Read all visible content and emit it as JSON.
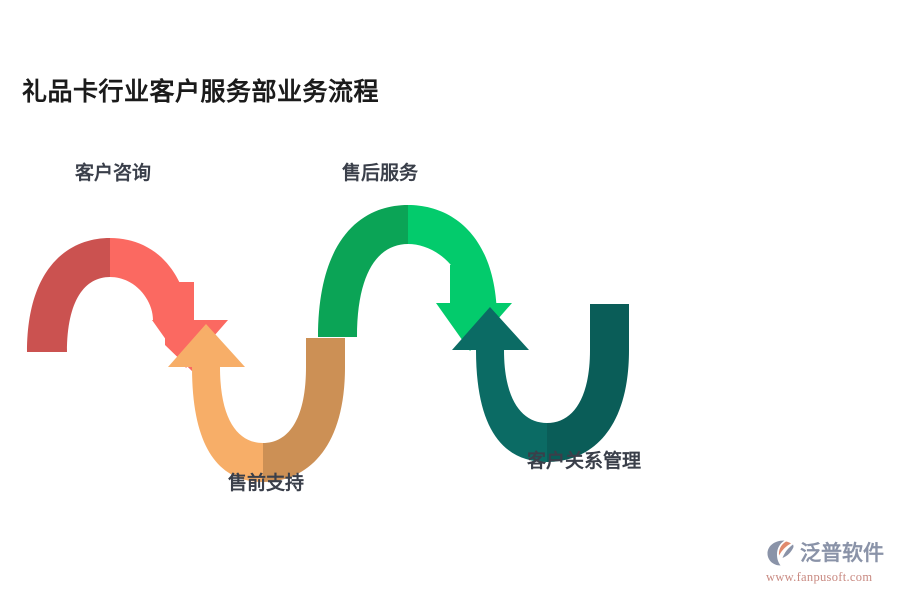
{
  "page": {
    "background_color": "#ffffff",
    "title": "礼品卡行业客户服务部业务流程"
  },
  "diagram": {
    "type": "wave-process-flow",
    "steps": [
      {
        "id": "consult",
        "label": "客户咨询",
        "position": "top-left",
        "arrow": "arch-down",
        "color_dark": "#CB5250",
        "color_light": "#FB6961"
      },
      {
        "id": "presale",
        "label": "售前支持",
        "position": "bottom-left",
        "arrow": "valley-up",
        "color_dark": "#CC9055",
        "color_light": "#F7AE68"
      },
      {
        "id": "aftersale",
        "label": "售后服务",
        "position": "top-right",
        "arrow": "arch-down",
        "color_dark": "#0BA456",
        "color_light": "#03CB6C"
      },
      {
        "id": "crm",
        "label": "客户关系管理",
        "position": "bottom-right",
        "arrow": "valley-up",
        "color_dark": "#0A5D58",
        "color_light": "#0B6B64"
      }
    ]
  },
  "logo": {
    "name": "泛普软件",
    "url": "www.fanpusoft.com",
    "mark_color": "#8a93a8",
    "accent_color": "#e08a6e",
    "text_color": "#8a93a8",
    "url_color": "#c98a82"
  }
}
